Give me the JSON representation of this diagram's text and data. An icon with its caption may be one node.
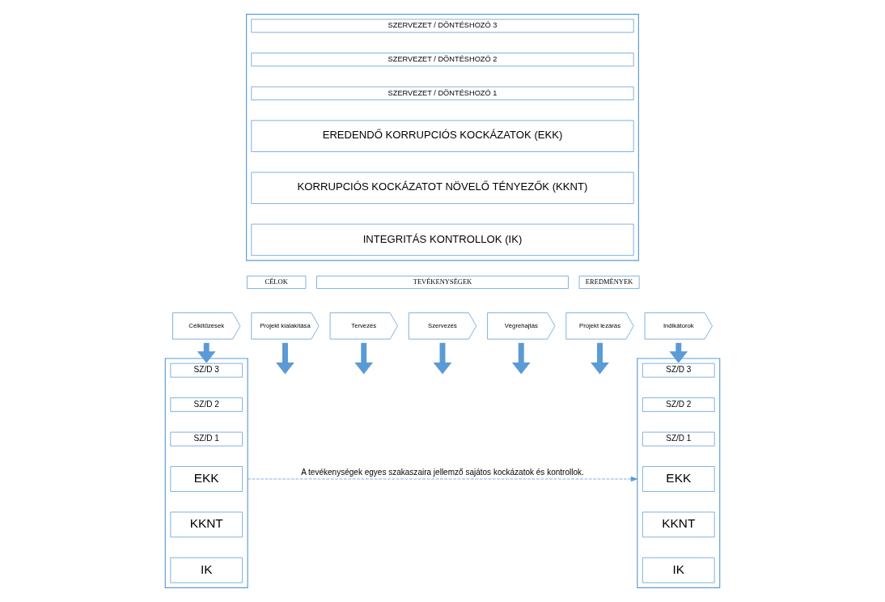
{
  "diagram": {
    "nodes": [
      {
        "text": [],
        "shape": "box"
      },
      {
        "text": [
          "SZERVEZET / DÖNTÉSHOZÓ 3"
        ],
        "in": 0
      },
      {
        "text": [
          "SZERVEZET / DÖNTÉSHOZÓ 2"
        ],
        "in": 0
      },
      {
        "text": [
          "SZERVEZET / DÖNTÉSHOZÓ 1"
        ],
        "in": 0
      },
      {
        "text": [
          "EREDENDŐ KORRUPCIÓS KOCKÁZATOK (EKK)"
        ],
        "in": 0
      },
      {
        "text": [
          "KORRUPCIÓS KOCKÁZATOT NÖVELŐ TÉNYEZŐK (KKNT)"
        ],
        "in": 0
      },
      {
        "text": [
          "INTEGRITÁS KONTROLLOK (IK)"
        ],
        "in": 0
      },
      {
        "text": [
          "CÉLOK"
        ]
      },
      {
        "text": [
          "TEVÉKENYSÉGEK"
        ]
      },
      {
        "text": [
          "EREDMÉNYEK"
        ]
      },
      {
        "text": [
          "Célkitűzések"
        ]
      },
      {
        "text": [
          "Projekt kialakítása"
        ]
      },
      {
        "text": [
          "Tervezés"
        ]
      },
      {
        "text": [
          "Szervezés"
        ]
      },
      {
        "text": [
          "Végrehajtás"
        ]
      },
      {
        "text": [
          "Projekt lezárás"
        ]
      },
      {
        "text": [
          "Indikátorok"
        ]
      },
      {
        "text": [],
        "shape": "box"
      },
      {
        "text": [
          "SZ/D 3"
        ],
        "in": 17
      },
      {
        "text": [
          "SZ/D 2"
        ],
        "in": 17
      },
      {
        "text": [
          "SZ/D 1"
        ],
        "in": 17
      },
      {
        "text": [
          "EKK"
        ],
        "in": 17
      },
      {
        "text": [
          "KKNT"
        ],
        "in": 17
      },
      {
        "text": [
          "IK"
        ],
        "in": 17
      },
      {
        "text": [],
        "shape": "box"
      },
      {
        "text": [
          "SZ/D 3"
        ],
        "in": 24
      },
      {
        "text": [
          "SZ/D 2"
        ],
        "in": 24
      },
      {
        "text": [
          "SZ/D 1"
        ],
        "in": 24
      },
      {
        "text": [
          "EKK"
        ],
        "in": 24
      },
      {
        "text": [
          "KKNT"
        ],
        "in": 24
      },
      {
        "text": [
          "IK"
        ],
        "in": 24
      }
    ],
    "edges": [
      {
        "from": 10,
        "to": 17,
        "arrow": "to"
      },
      {
        "from": 11,
        "to": null,
        "arrow": "to"
      },
      {
        "from": 12,
        "to": null,
        "arrow": "to"
      },
      {
        "from": 13,
        "to": null,
        "arrow": "to"
      },
      {
        "from": 14,
        "to": null,
        "arrow": "to"
      },
      {
        "from": 15,
        "to": null,
        "arrow": "to"
      },
      {
        "from": 16,
        "to": 24,
        "arrow": "to"
      },
      {
        "from": 17,
        "to": 24,
        "arrow": "to",
        "style": "dashed",
        "label": "A tevékenységek egyes szakaszaira jellemző sajátos kockázatok és kontrollok."
      }
    ]
  }
}
